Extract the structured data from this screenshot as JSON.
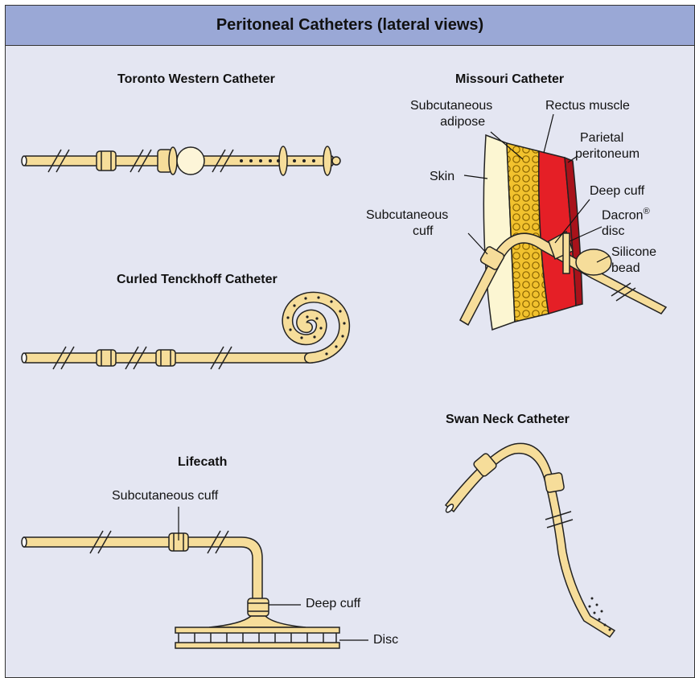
{
  "header": {
    "title": "Peritoneal Catheters (lateral views)"
  },
  "toronto": {
    "title": "Toronto Western Catheter"
  },
  "curled": {
    "title": "Curled Tenckhoff Catheter"
  },
  "lifecath": {
    "title": "Lifecath",
    "label_subcutaneous_cuff": "Subcutaneous cuff",
    "label_deep_cuff": "Deep cuff",
    "label_disc": "Disc"
  },
  "missouri": {
    "title": "Missouri Catheter",
    "label_subcutaneous_adipose_1": "Subcutaneous",
    "label_subcutaneous_adipose_2": "adipose",
    "label_rectus_muscle": "Rectus muscle",
    "label_parietal_1": "Parietal",
    "label_parietal_2": "peritoneum",
    "label_skin": "Skin",
    "label_deep_cuff": "Deep cuff",
    "label_dacron_1": "Dacron",
    "label_dacron_sup": "®",
    "label_dacron_2": "disc",
    "label_subcutaneous_cuff_1": "Subcutaneous",
    "label_subcutaneous_cuff_2": "cuff",
    "label_silicone_1": "Silicone",
    "label_silicone_2": "bead"
  },
  "swan": {
    "title": "Swan Neck Catheter"
  },
  "colors": {
    "header_bg": "#9aa8d6",
    "panel_bg": "#e4e6f2",
    "tube": "#f6dd9a",
    "skin": "#fcf6d2",
    "adipose": "#f2c22e",
    "muscle": "#e51f26",
    "peritoneum": "#a8121a"
  }
}
